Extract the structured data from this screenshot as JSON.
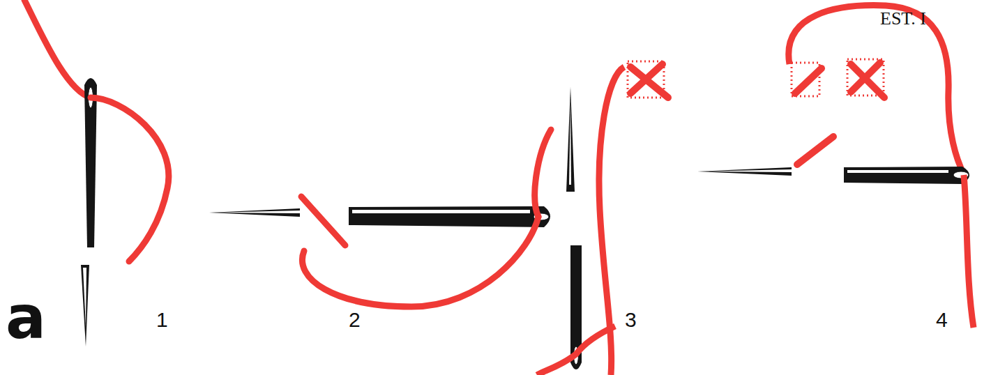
{
  "diagram": {
    "labels": [
      "EST. I",
      "1",
      "2",
      "3",
      "4",
      "a"
    ]
  }
}
